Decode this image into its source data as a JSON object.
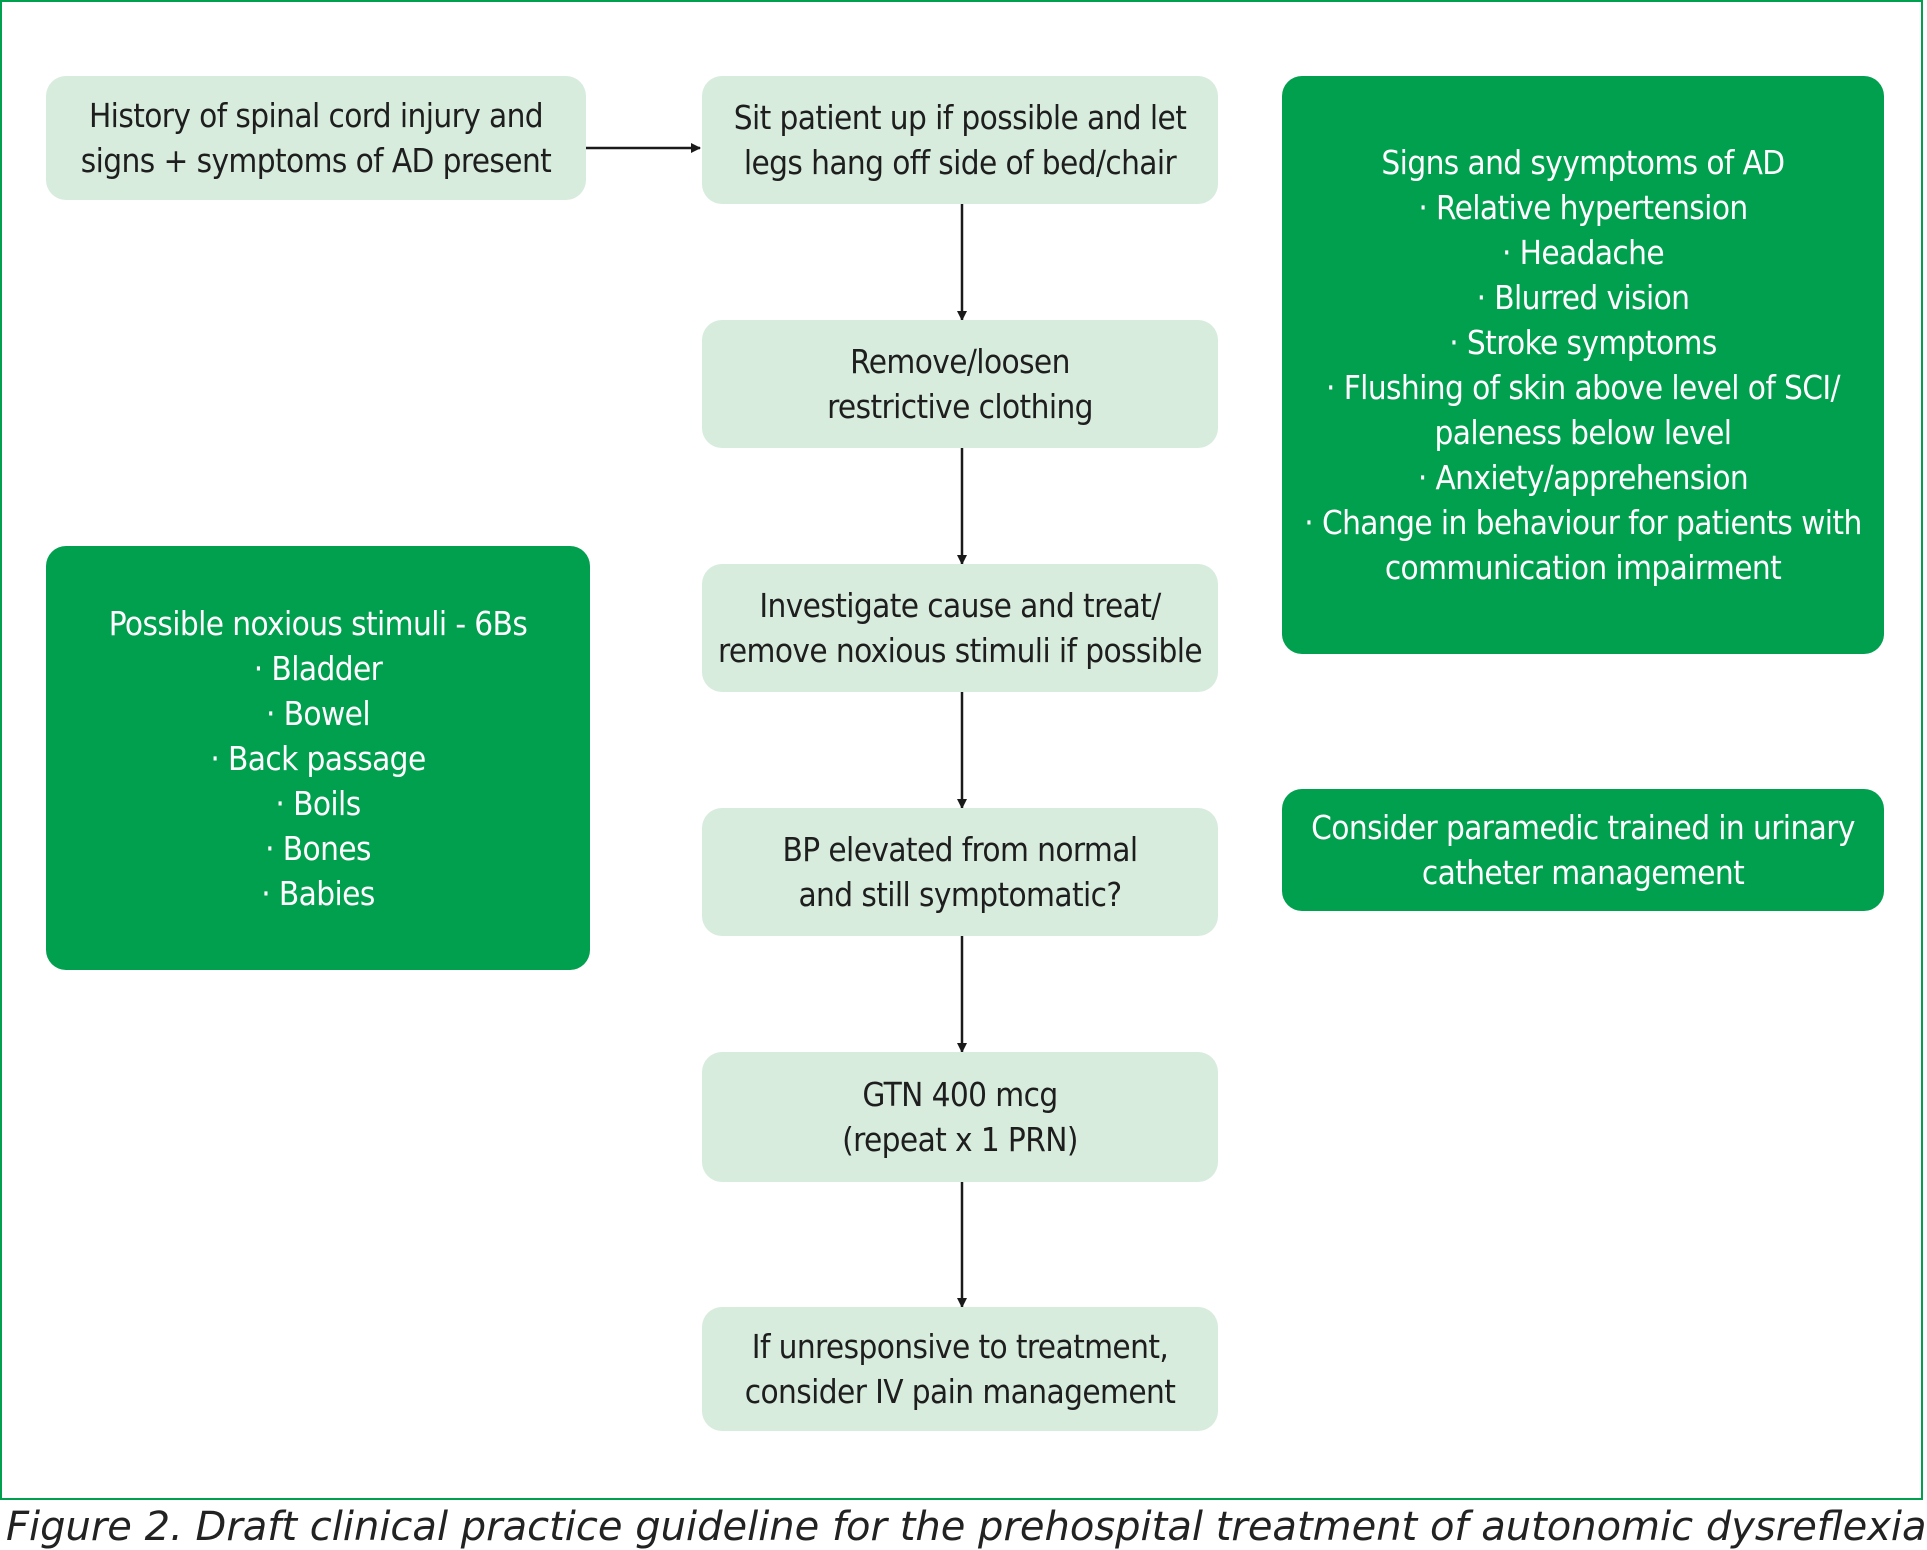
{
  "figure": {
    "caption": "Figure 2. Draft clinical practice guideline for the prehospital treatment of autonomic dysreflexia",
    "colors": {
      "accent": "#00a04e",
      "light_box": "#d7ecdd",
      "border": "#00a04e"
    }
  },
  "flow": {
    "start": [
      "History of spinal cord injury and",
      "signs + symptoms of AD present"
    ],
    "steps": [
      [
        "Sit patient up if possible and let",
        "legs hang off side of bed/chair"
      ],
      [
        "Remove/loosen",
        "restrictive clothing"
      ],
      [
        "Investigate cause and treat/",
        "remove noxious stimuli if possible"
      ],
      [
        "BP elevated from normal",
        "and still symptomatic?"
      ],
      [
        "GTN 400 mcg",
        "(repeat x 1 PRN)"
      ],
      [
        "If unresponsive to treatment,",
        "consider IV pain management"
      ]
    ]
  },
  "side_panels": {
    "noxious_stimuli": {
      "title": "Possible noxious stimuli - 6Bs",
      "items": [
        "· Bladder",
        "· Bowel",
        "· Back passage",
        "· Boils",
        "· Bones",
        "· Babies"
      ]
    },
    "signs_symptoms": {
      "title": "Signs and syymptoms of AD",
      "items": [
        "· Relative hypertension",
        "· Headache",
        "· Blurred vision",
        "· Stroke symptoms",
        "· Flushing of skin above level of SCI/",
        "paleness below level",
        "· Anxiety/apprehension",
        "· Change in behaviour for patients with",
        "communication impairment"
      ]
    },
    "paramedic_note": [
      "Consider paramedic trained in urinary",
      "catheter management"
    ]
  }
}
